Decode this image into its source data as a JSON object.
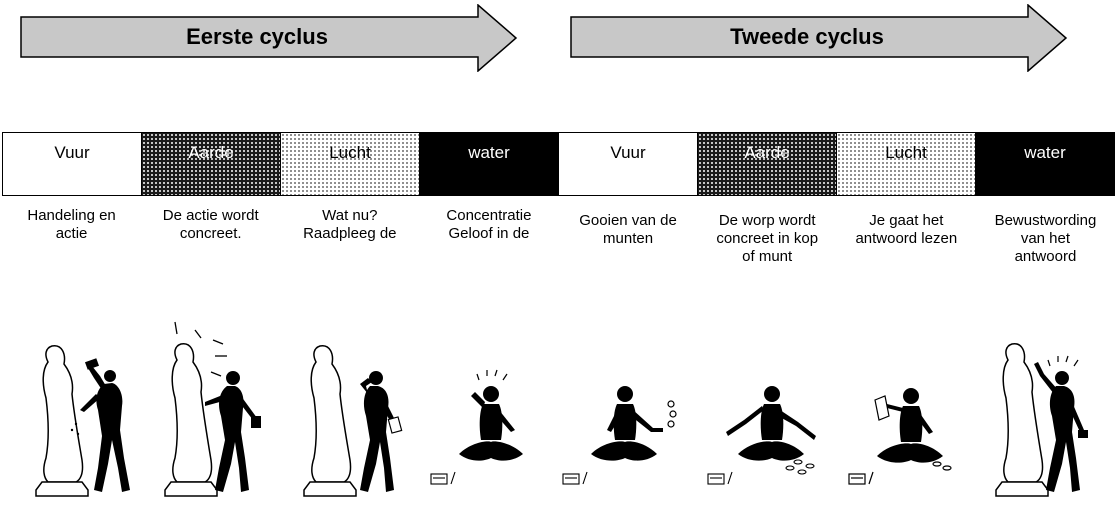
{
  "cycles": [
    {
      "label": "Eerste cyclus"
    },
    {
      "label": "Tweede cyclus"
    }
  ],
  "elements": [
    {
      "label": "Vuur",
      "kind": "vuur"
    },
    {
      "label": "Aarde",
      "kind": "aarde"
    },
    {
      "label": "Lucht",
      "kind": "lucht"
    },
    {
      "label": "water",
      "kind": "water"
    },
    {
      "label": "Vuur",
      "kind": "vuur"
    },
    {
      "label": "Aarde",
      "kind": "aarde"
    },
    {
      "label": "Lucht",
      "kind": "lucht"
    },
    {
      "label": "water",
      "kind": "water"
    }
  ],
  "descriptions": [
    [
      "Handeling en",
      "actie"
    ],
    [
      "De actie wordt",
      "concreet."
    ],
    [
      "Wat nu?",
      "Raadpleeg de"
    ],
    [
      "Concentratie",
      "Geloof in de"
    ],
    [
      "Gooien van de",
      "munten"
    ],
    [
      "De worp wordt",
      "concreet in kop",
      "of munt"
    ],
    [
      "Je gaat het",
      "antwoord lezen"
    ],
    [
      "Bewustwording",
      "van het",
      "antwoord"
    ]
  ],
  "illustrations": [
    {
      "icon": "sculptor-chiseling-statue-icon"
    },
    {
      "icon": "sculptor-admiring-statue-icon"
    },
    {
      "icon": "sculptor-thinking-statue-icon"
    },
    {
      "icon": "meditating-figure-icon"
    },
    {
      "icon": "figure-tossing-coins-icon"
    },
    {
      "icon": "figure-coins-landed-icon"
    },
    {
      "icon": "figure-reading-book-icon"
    },
    {
      "icon": "sculptor-insight-statue-icon"
    }
  ]
}
